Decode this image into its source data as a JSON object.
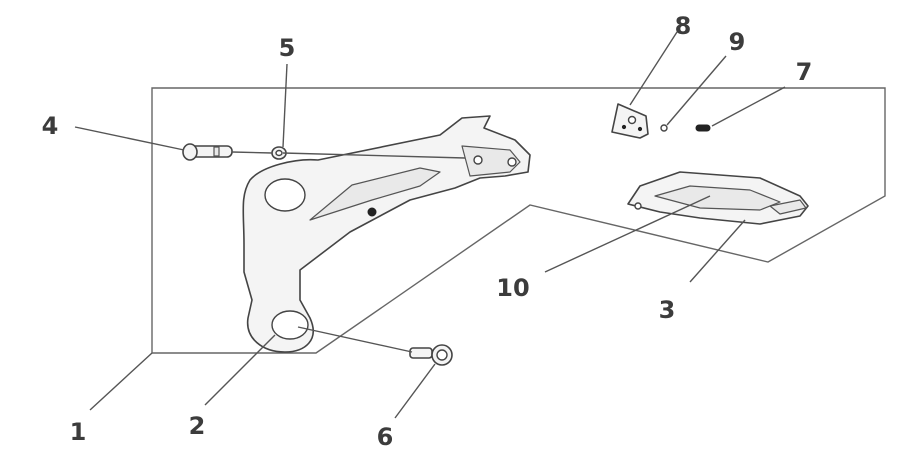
{
  "callouts": [
    {
      "id": "1",
      "label": "1"
    },
    {
      "id": "2",
      "label": "2"
    },
    {
      "id": "3",
      "label": "3"
    },
    {
      "id": "4",
      "label": "4"
    },
    {
      "id": "5",
      "label": "5"
    },
    {
      "id": "6",
      "label": "6"
    },
    {
      "id": "7",
      "label": "7"
    },
    {
      "id": "8",
      "label": "8"
    },
    {
      "id": "9",
      "label": "9"
    },
    {
      "id": "10",
      "label": "10"
    }
  ],
  "colors": {
    "line": "#555555",
    "text": "#3c3c3c",
    "part_fill": "#f4f4f4",
    "background": "#ffffff"
  }
}
